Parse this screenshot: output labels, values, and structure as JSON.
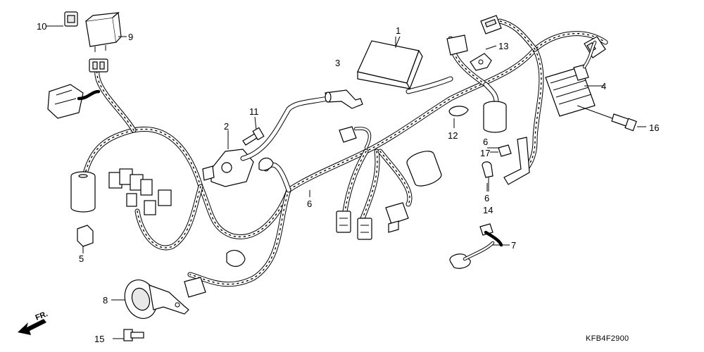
{
  "callouts": {
    "c1": "1",
    "c2": "2",
    "c3": "3",
    "c4": "4",
    "c5": "5",
    "c6a": "6",
    "c6b": "6",
    "c6c": "6",
    "c7": "7",
    "c8": "8",
    "c9": "9",
    "c10": "10",
    "c11": "11",
    "c12": "12",
    "c13": "13",
    "c14": "14",
    "c15": "15",
    "c16": "16",
    "c17": "17"
  },
  "direction_label": "FR.",
  "diagram_code": "KFB4F2900"
}
